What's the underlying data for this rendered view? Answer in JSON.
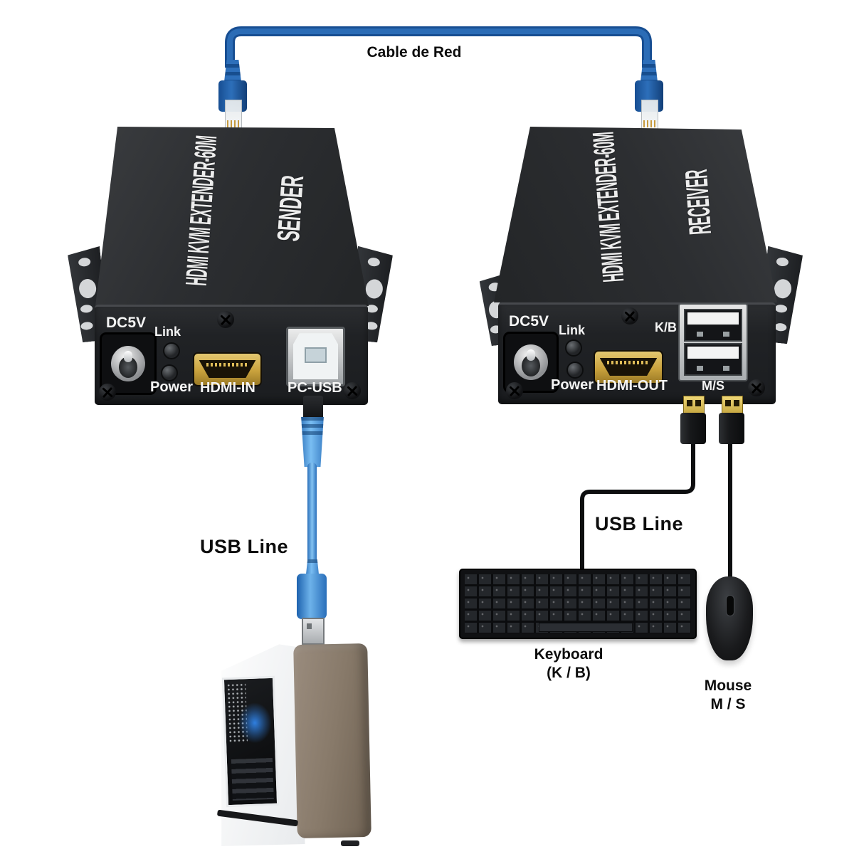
{
  "labels": {
    "network_cable": "Cable de Red",
    "usb_line_left": "USB Line",
    "usb_line_right": "USB Line",
    "keyboard_line1": "Keyboard",
    "keyboard_line2": "(K / B)",
    "mouse_line1": "Mouse",
    "mouse_line2": "M / S"
  },
  "sender": {
    "model_text": "HDMI KVM EXTENDER-60M",
    "role_text": "SENDER",
    "panel": {
      "dc_label": "DC5V",
      "link_label": "Link",
      "power_label": "Power",
      "hdmi_label": "HDMI-IN",
      "usb_label": "PC-USB"
    }
  },
  "receiver": {
    "model_text": "HDMI KVM EXTENDER-60M",
    "role_text": "RECEIVER",
    "panel": {
      "dc_label": "DC5V",
      "link_label": "Link",
      "power_label": "Power",
      "hdmi_label": "HDMI-OUT",
      "kb_label": "K/B",
      "ms_label": "M/S"
    }
  },
  "colors": {
    "network_cable_blue": "#1d5ca6",
    "usb_cable_blue": "#3b87d2",
    "hdmi_gold": "#c9a23d",
    "device_body": "#2b2d30",
    "device_panel": "#1f2124",
    "pc_front_brown": "#8a7b6c",
    "pc_glow_blue": "#2f7fe0",
    "label_text": "#0d0d0d"
  }
}
